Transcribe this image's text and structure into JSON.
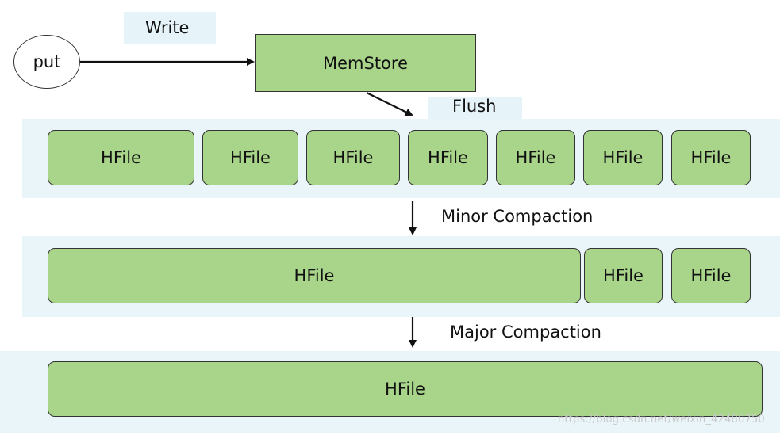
{
  "put": {
    "label": "put"
  },
  "write": {
    "label": "Write"
  },
  "memstore": {
    "label": "MemStore"
  },
  "flush": {
    "label": "Flush"
  },
  "tier1": {
    "files": [
      "HFile",
      "HFile",
      "HFile",
      "HFile",
      "HFile",
      "HFile",
      "HFile"
    ]
  },
  "minor": {
    "label": "Minor Compaction"
  },
  "tier2": {
    "files": [
      "HFile",
      "HFile",
      "HFile"
    ]
  },
  "major": {
    "label": "Major Compaction"
  },
  "tier3": {
    "files": [
      "HFile"
    ]
  },
  "watermark": "https://blog.csdn.net/weixin_42480750",
  "colors": {
    "box_fill": "#a8d58a",
    "band": "#eaf5f9",
    "stroke": "#333333"
  }
}
